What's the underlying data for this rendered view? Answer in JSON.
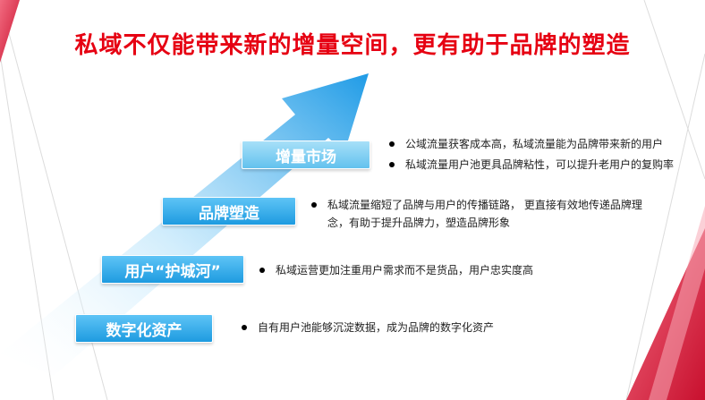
{
  "title": "私域不仅能带来新的增量空间，更有助于品牌的塑造",
  "stages": [
    {
      "label": "增量市场",
      "bullets": [
        "公域流量获客成本高，私域流量能为品牌带来新的用户",
        "私域流量用户池更具品牌粘性，可以提升老用户的复购率"
      ]
    },
    {
      "label": "品牌塑造",
      "bullets": [
        "私域流量缩短了品牌与用户的传播链路， 更直接有效地传递品牌理"
      ],
      "continuation": "念，有助于提升品牌力，塑造品牌形象"
    },
    {
      "label": "用户“护城河”",
      "bullets": [
        "私域运营更加注重用户需求而不是货品，用户忠实度高"
      ]
    },
    {
      "label": "数字化资产",
      "bullets": [
        "自有用户池能够沉淀数据，成为品牌的数字化资产"
      ]
    }
  ],
  "colors": {
    "title": "#e60012",
    "accent_red": "#d81e3a",
    "stage_blue": "#1e9be0"
  }
}
